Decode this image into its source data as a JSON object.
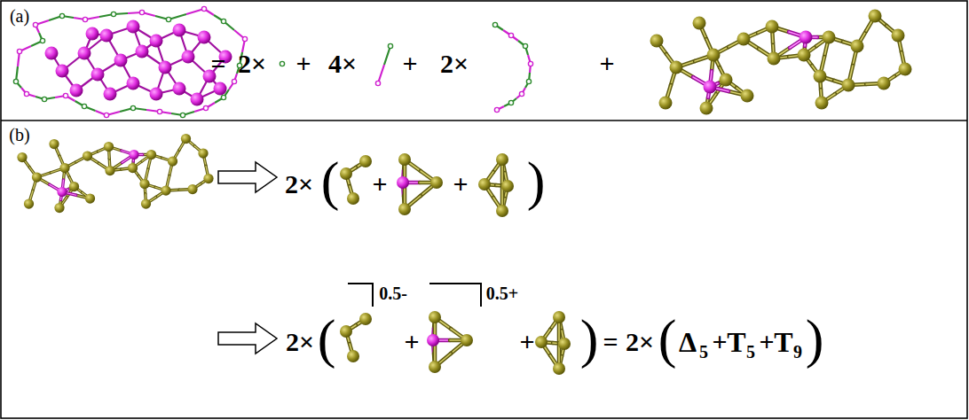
{
  "diagram": {
    "labels": [
      "(a)",
      "=",
      "2×",
      "+",
      "4×",
      "+",
      "2×",
      "+",
      "(b)",
      "2×",
      "(",
      "+",
      "+",
      ")",
      "2×",
      "(",
      "0.5-",
      "+",
      "0.5+",
      "+",
      ")",
      "=",
      "2×",
      "(",
      "Δ",
      "5",
      "+",
      "T",
      "5",
      "+",
      "T",
      "9",
      ")"
    ]
  }
}
